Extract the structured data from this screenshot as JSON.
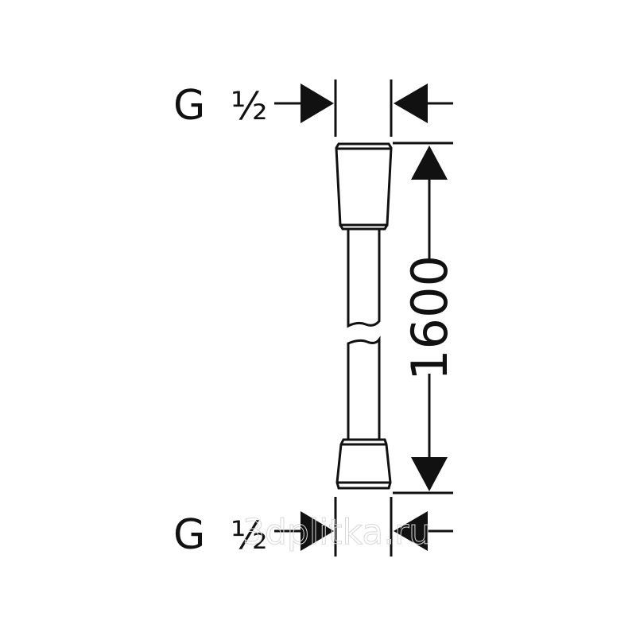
{
  "top_thread_label": {
    "g": "G",
    "size": "½"
  },
  "bottom_thread_label": {
    "g": "G",
    "size": "½"
  },
  "length_dimension": "1600",
  "watermark": "3dplitka.ru",
  "colors": {
    "line": "#111111",
    "background": "#ffffff",
    "watermark": "#d8d8d8"
  }
}
